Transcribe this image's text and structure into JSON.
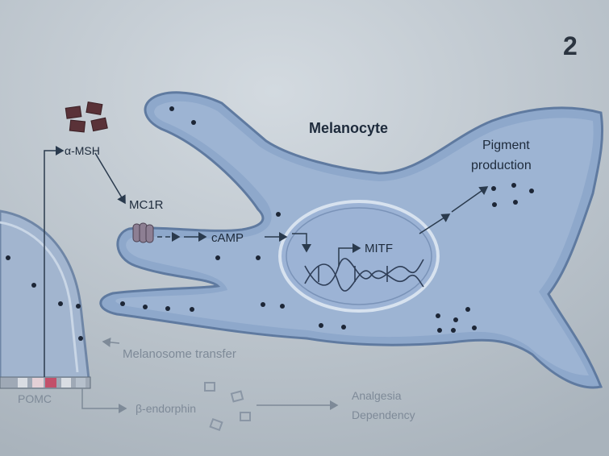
{
  "corner_label": "2",
  "title": "Melanocyte",
  "labels": {
    "alpha_msh": "α-MSH",
    "mc1r": "MC1R",
    "camp": "cAMP",
    "mitf": "MITF",
    "pigment_line1": "Pigment",
    "pigment_line2": "production",
    "melanosome_transfer": "Melanosome transfer",
    "pomc": "POMC",
    "beta_endorphin": "β-endorphin",
    "analgesia": "Analgesia",
    "dependency": "Dependency"
  },
  "colors": {
    "background": "#b9c3cb",
    "cell_fill": "#8ea8cb",
    "cell_inner": "#a9bddb",
    "keratinocyte_fill": "#a2b5cf",
    "nucleus_fill": "#9cb3d5",
    "text_dark": "#1e2b3c",
    "text_muted": "#7e8a98",
    "ligand": "#5a3238",
    "pomc_accent": "#c2506a"
  }
}
